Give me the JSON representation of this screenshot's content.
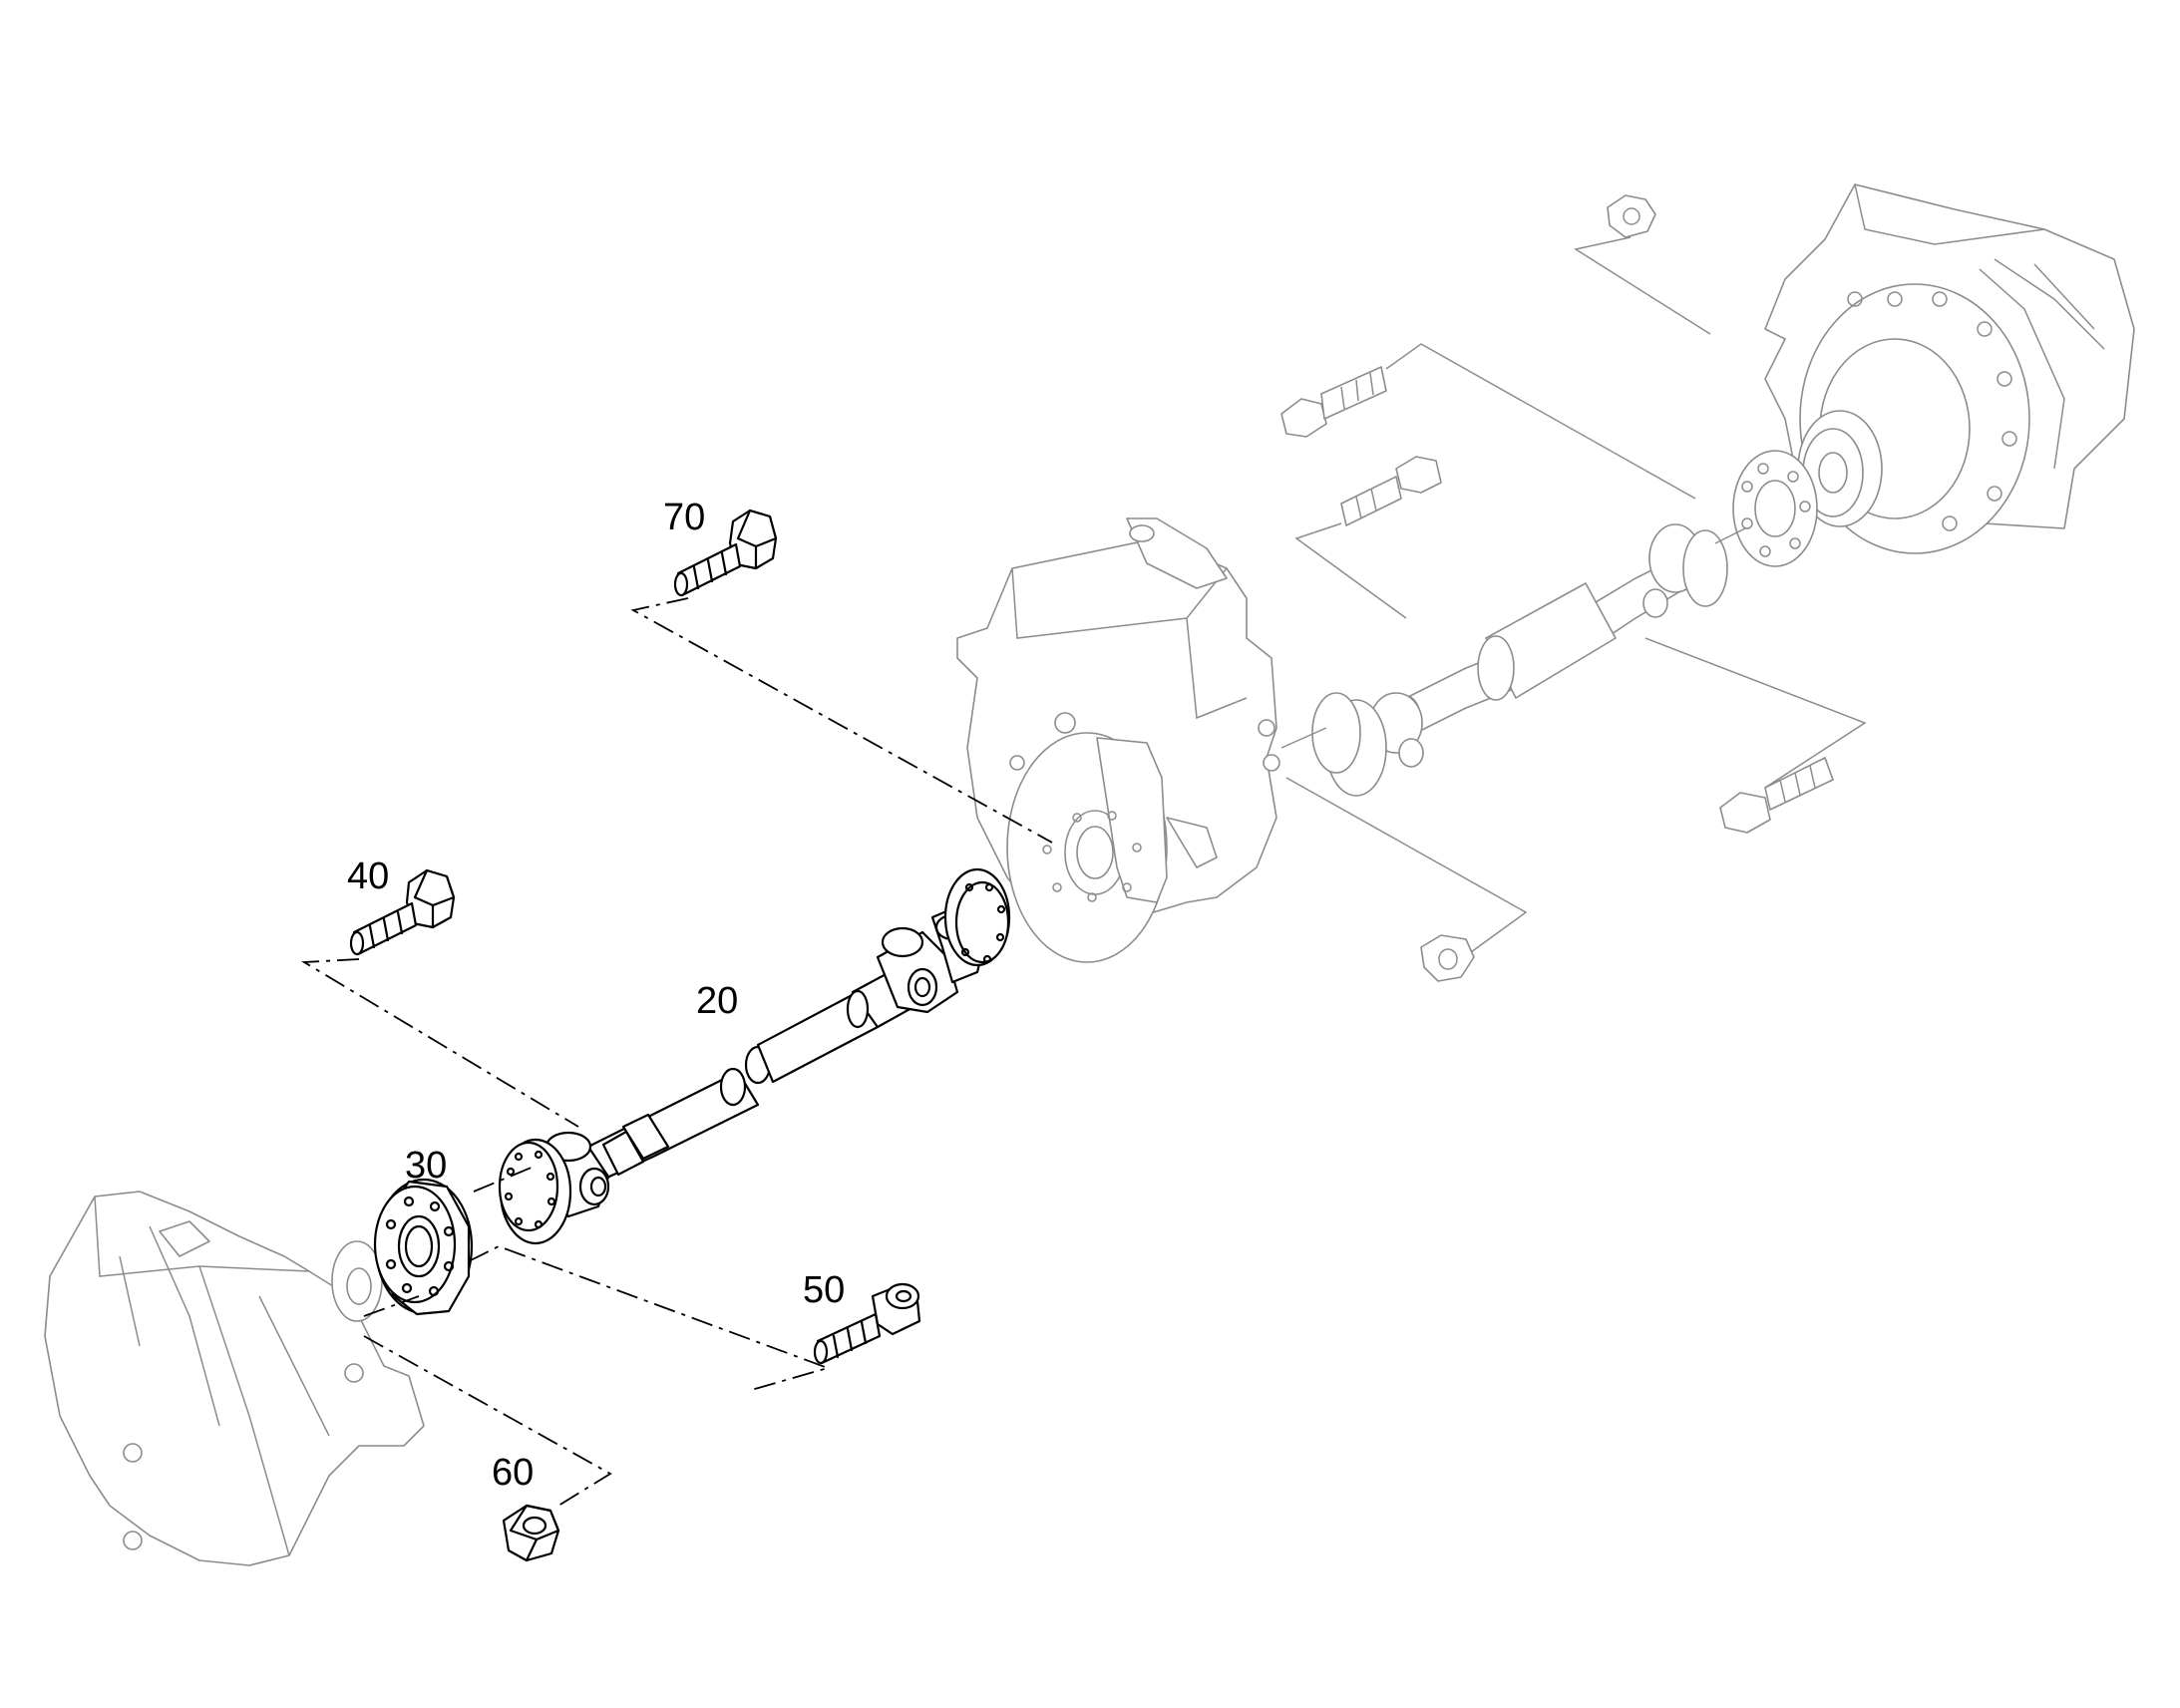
{
  "diagram": {
    "callouts": [
      {
        "id": "70",
        "label": "70"
      },
      {
        "id": "40",
        "label": "40"
      },
      {
        "id": "20",
        "label": "20"
      },
      {
        "id": "30",
        "label": "30"
      },
      {
        "id": "50",
        "label": "50"
      },
      {
        "id": "60",
        "label": "60"
      }
    ],
    "colors": {
      "foreground_parts": "#000000",
      "background_parts": "#8c8c8c",
      "background": "#ffffff"
    }
  }
}
